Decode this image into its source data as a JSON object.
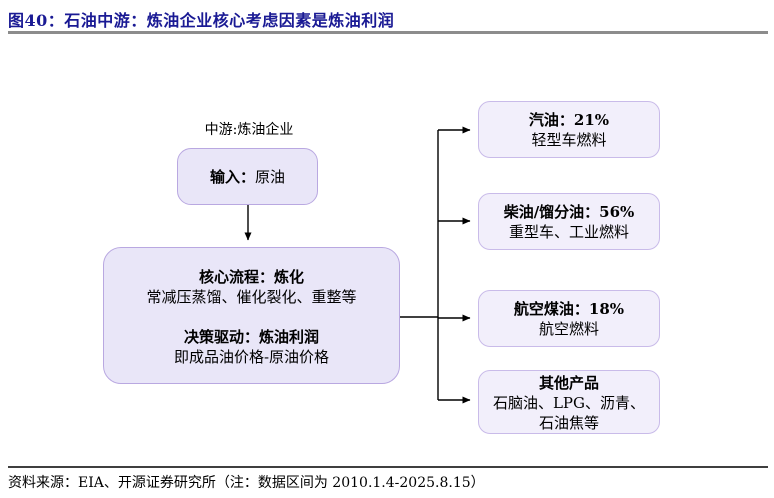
{
  "figure": {
    "title": "图40：石油中游：炼油企业核心考虑因素是炼油利润",
    "source_note": "资料来源：EIA、开源证券研究所（注：数据区间为 2010.1.4-2025.8.15）"
  },
  "colors": {
    "title_text": "#1a1a94",
    "left_box_fill": "#e9e6f8",
    "left_box_border": "#b9a8e1",
    "right_box_fill": "#f2effb",
    "right_box_border": "#c9bbe9",
    "top_rule": "#8c8c8c",
    "bottom_rule": "#3f3f3f",
    "connector_line": "#000000"
  },
  "diagram": {
    "stage_label": "中游:炼油企业",
    "input_box": {
      "label_bold": "输入：",
      "label_rest": "原油"
    },
    "core_box": {
      "line1": "核心流程：炼化",
      "line2": "常减压蒸馏、催化裂化、重整等",
      "line3": "决策驱动：炼油利润",
      "line4": "即成品油价格-原油价格"
    },
    "outputs": [
      {
        "title": "汽油：21%",
        "desc": "轻型车燃料"
      },
      {
        "title": "柴油/馏分油：56%",
        "desc": "重型车、工业燃料"
      },
      {
        "title": "航空煤油：18%",
        "desc": "航空燃料"
      },
      {
        "title": "其他产品",
        "desc": "石脑油、LPG、沥青、",
        "desc2": "石油焦等"
      }
    ]
  }
}
